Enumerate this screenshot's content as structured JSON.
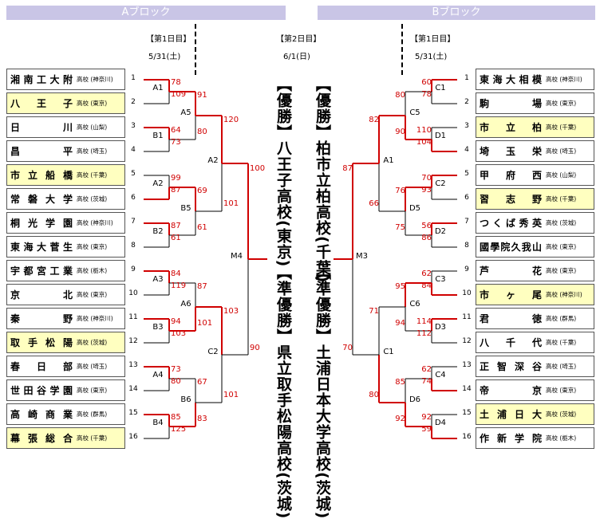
{
  "blocks": {
    "a": "Aブロック",
    "b": "Bブロック"
  },
  "schedule": {
    "day1_left": "【第1日目】",
    "date1_left": "5/31(土)",
    "day2": "【第2日目】",
    "date2": "6/1(日)",
    "day1_right": "【第1日目】",
    "date1_right": "5/31(土)"
  },
  "results": {
    "champion_a": "【優勝】八王子高校(東京)",
    "runnerup_a": "【準優勝】県立取手松陽高校(茨城)",
    "champion_b": "【優勝】柏市立柏高校(千葉)",
    "runnerup_b": "【準優勝】土浦日本大学高校(茨城)"
  },
  "left_schools": [
    {
      "no": "1",
      "name": "湘南工大附",
      "kind": "高校",
      "pref": "(神奈川)",
      "hl": false
    },
    {
      "no": "2",
      "name": "八王子",
      "kind": "高校",
      "pref": "(東京)",
      "hl": true
    },
    {
      "no": "3",
      "name": "日川",
      "kind": "高校",
      "pref": "(山梨)",
      "hl": false
    },
    {
      "no": "4",
      "name": "昌平",
      "kind": "高校",
      "pref": "(埼玉)",
      "hl": false
    },
    {
      "no": "5",
      "name": "市立船橋",
      "kind": "高校",
      "pref": "(千葉)",
      "hl": true
    },
    {
      "no": "6",
      "name": "常磐大学",
      "kind": "高校",
      "pref": "(茨城)",
      "hl": false
    },
    {
      "no": "7",
      "name": "桐光学園",
      "kind": "高校",
      "pref": "(神奈川)",
      "hl": false
    },
    {
      "no": "8",
      "name": "東海大菅生",
      "kind": "高校",
      "pref": "(東京)",
      "hl": false
    },
    {
      "no": "9",
      "name": "宇都宮工業",
      "kind": "高校",
      "pref": "(栃木)",
      "hl": false
    },
    {
      "no": "10",
      "name": "京北",
      "kind": "高校",
      "pref": "(東京)",
      "hl": false
    },
    {
      "no": "11",
      "name": "秦野",
      "kind": "高校",
      "pref": "(神奈川)",
      "hl": false
    },
    {
      "no": "12",
      "name": "取手松陽",
      "kind": "高校",
      "pref": "(茨城)",
      "hl": true
    },
    {
      "no": "13",
      "name": "春日部",
      "kind": "高校",
      "pref": "(埼玉)",
      "hl": false
    },
    {
      "no": "14",
      "name": "世田谷学園",
      "kind": "高校",
      "pref": "(東京)",
      "hl": false
    },
    {
      "no": "15",
      "name": "高崎商業",
      "kind": "高校",
      "pref": "(群馬)",
      "hl": false
    },
    {
      "no": "16",
      "name": "幕張総合",
      "kind": "高校",
      "pref": "(千葉)",
      "hl": true
    }
  ],
  "right_schools": [
    {
      "no": "1",
      "name": "東海大相模",
      "kind": "高校",
      "pref": "(神奈川)",
      "hl": false
    },
    {
      "no": "2",
      "name": "駒場",
      "kind": "高校",
      "pref": "(東京)",
      "hl": false
    },
    {
      "no": "3",
      "name": "市立柏",
      "kind": "高校",
      "pref": "(千葉)",
      "hl": true
    },
    {
      "no": "4",
      "name": "埼玉栄",
      "kind": "高校",
      "pref": "(埼玉)",
      "hl": false
    },
    {
      "no": "5",
      "name": "甲府西",
      "kind": "高校",
      "pref": "(山梨)",
      "hl": false
    },
    {
      "no": "6",
      "name": "習志野",
      "kind": "高校",
      "pref": "(千葉)",
      "hl": true
    },
    {
      "no": "7",
      "name": "つくば秀英",
      "kind": "高校",
      "pref": "(茨城)",
      "hl": false
    },
    {
      "no": "8",
      "name": "國學院久我山",
      "kind": "高校",
      "pref": "(東京)",
      "hl": false
    },
    {
      "no": "9",
      "name": "芦花",
      "kind": "高校",
      "pref": "(東京)",
      "hl": false
    },
    {
      "no": "10",
      "name": "市ヶ尾",
      "kind": "高校",
      "pref": "(神奈川)",
      "hl": true
    },
    {
      "no": "11",
      "name": "君徳",
      "kind": "高校",
      "pref": "(群馬)",
      "hl": false
    },
    {
      "no": "12",
      "name": "八千代",
      "kind": "高校",
      "pref": "(千葉)",
      "hl": false
    },
    {
      "no": "13",
      "name": "正智深谷",
      "kind": "高校",
      "pref": "(埼玉)",
      "hl": false
    },
    {
      "no": "14",
      "name": "帝京",
      "kind": "高校",
      "pref": "(東京)",
      "hl": false
    },
    {
      "no": "15",
      "name": "土浦日大",
      "kind": "高校",
      "pref": "(茨城)",
      "hl": true
    },
    {
      "no": "16",
      "name": "作新学院",
      "kind": "高校",
      "pref": "(栃木)",
      "hl": false
    }
  ],
  "nodes": {
    "A1": "A1",
    "B1": "B1",
    "A2": "A2",
    "B2": "B2",
    "A3": "A3",
    "B3": "B3",
    "A4": "A4",
    "B4": "B4",
    "A5": "A5",
    "B5": "B5",
    "A6": "A6",
    "B6": "B6",
    "A2f": "A2",
    "C2": "C2",
    "M4": "M4",
    "C1": "C1",
    "D1": "D1",
    "C2r": "C2",
    "D2": "D2",
    "C3": "C3",
    "D3": "D3",
    "C4": "C4",
    "D4": "D4",
    "C5": "C5",
    "D5": "D5",
    "C6": "C6",
    "D6": "D6",
    "A1r": "A1",
    "C1f": "C1",
    "M3": "M3"
  },
  "scores": {
    "l1": "78",
    "l2": "109",
    "l3": "64",
    "l4": "73",
    "l5": "99",
    "l6": "87",
    "l7": "87",
    "l8": "61",
    "l9": "84",
    "l10": "119",
    "l11": "94",
    "l12": "103",
    "l13": "73",
    "l14": "80",
    "l15": "85",
    "l16": "125",
    "la5t": "91",
    "la5b": "80",
    "lb5t": "69",
    "lb5b": "61",
    "la6t": "87",
    "la6b": "101",
    "lb6t": "67",
    "lb6b": "83",
    "la2t": "120",
    "la2b": "101",
    "lc2t": "103",
    "lc2b": "101",
    "lm4t": "100",
    "lm4b": "90",
    "r1": "60",
    "r2": "78",
    "r3": "110",
    "r4": "104",
    "r5": "70",
    "r6": "93",
    "r7": "56",
    "r8": "86",
    "r9": "62",
    "r10": "84",
    "r11": "114",
    "r12": "112",
    "r13": "62",
    "r14": "74",
    "r15": "92",
    "r16": "59",
    "rc5t": "80",
    "rc5b": "90",
    "rd5t": "76",
    "rd5b": "75",
    "rc6t": "95",
    "rc6b": "94",
    "rd6t": "85",
    "rd6b": "92",
    "ra1t": "82",
    "ra1b": "66",
    "rc1t": "71",
    "rc1b": "80",
    "rm3t": "87",
    "rm3b": "70"
  },
  "colors": {
    "win": "#d00000",
    "line": "#000000",
    "highlight": "#ffffc0",
    "header": "#c9c5e6"
  }
}
